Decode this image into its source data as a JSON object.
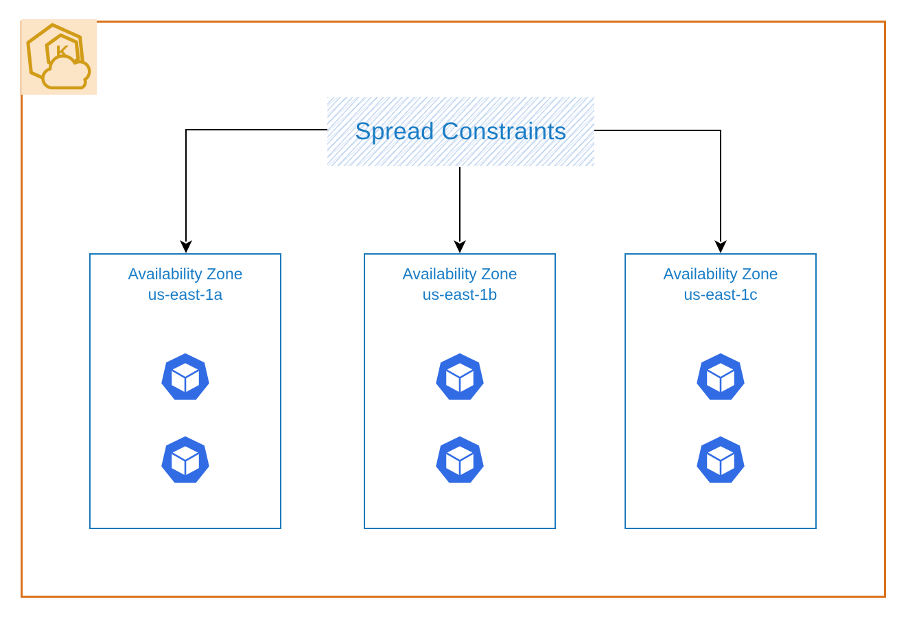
{
  "banner": {
    "label": "Spread Constraints",
    "text_color": "#1a7dc6",
    "hatch_color": "#7ca5dd"
  },
  "logo": {
    "letter": "K",
    "background": "#fce4c7",
    "stroke_color": "#d19c17"
  },
  "zones": [
    {
      "line1": "Availability Zone",
      "line2": "us-east-1a",
      "pod_count": 2
    },
    {
      "line1": "Availability Zone",
      "line2": "us-east-1b",
      "pod_count": 2
    },
    {
      "line1": "Availability Zone",
      "line2": "us-east-1c",
      "pod_count": 2
    }
  ],
  "colors": {
    "outer_border": "#d9711c",
    "zone_border": "#1a79ba",
    "zone_text": "#1a7dc6",
    "pod_blue": "#326ce5",
    "arrow": "#000000",
    "background": "#ffffff"
  },
  "icons": {
    "pod": "kubernetes-pod-icon",
    "logo": "kubernetes-cloud-icon"
  }
}
